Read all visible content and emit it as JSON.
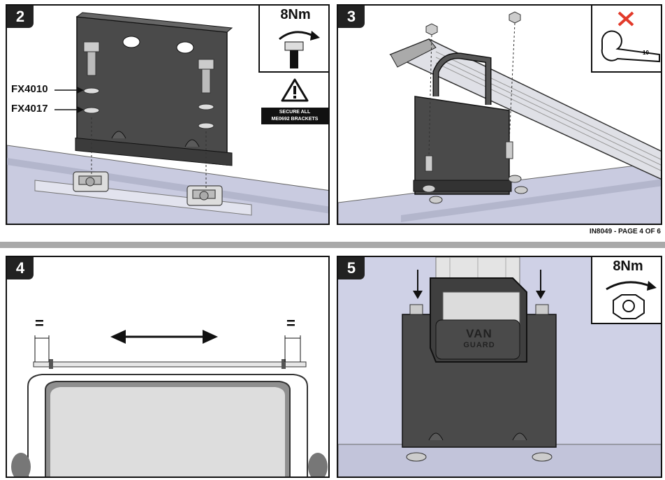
{
  "page": {
    "number": "IN8049 - PAGE 4 OF 6"
  },
  "panels": [
    {
      "step": "2",
      "torque": "8Nm",
      "parts": [
        "FX4010",
        "FX4017"
      ],
      "warning": {
        "line1": "SECURE ALL",
        "line2": "ME0692 BRACKETS"
      }
    },
    {
      "step": "3",
      "tool_size": "10"
    },
    {
      "step": "4",
      "equal_left": "=",
      "equal_right": "="
    },
    {
      "step": "5",
      "torque": "8Nm",
      "brand_line1": "VAN",
      "brand_line2": "GUARD"
    }
  ],
  "colors": {
    "plate": "#4a4a4a",
    "roof": "#c9cbe0",
    "rail": "#b8babf",
    "step_bg": "#222222",
    "cross": "#e23a2a"
  }
}
